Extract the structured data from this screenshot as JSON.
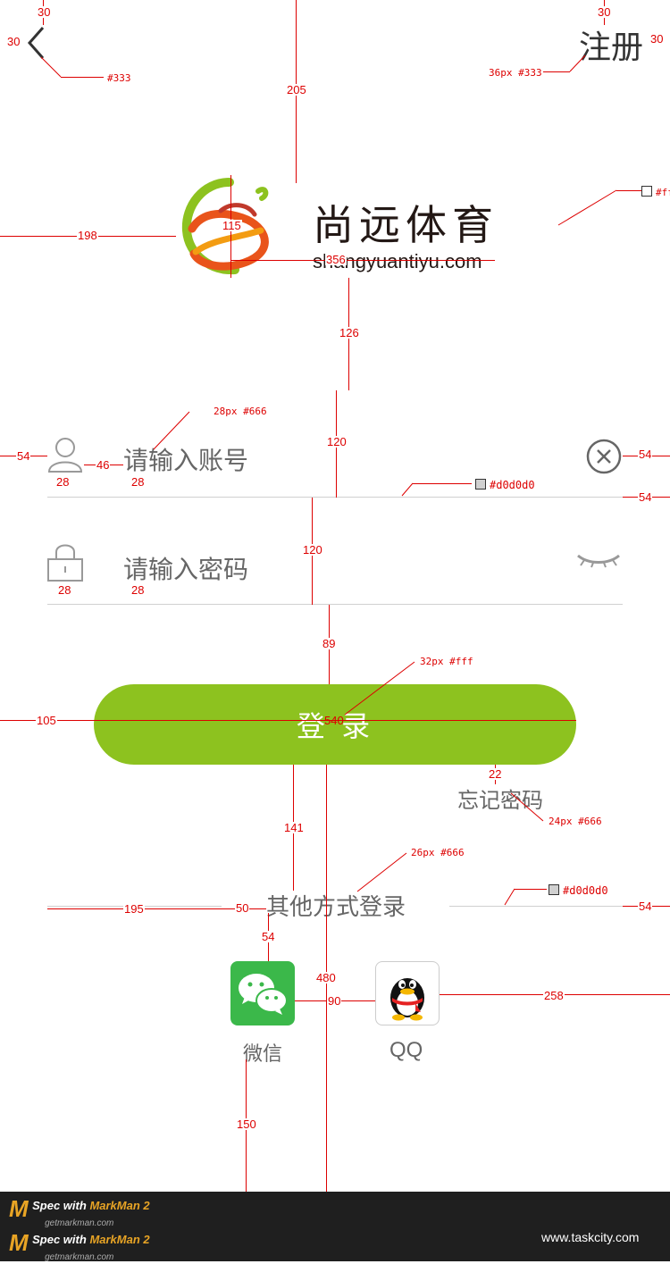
{
  "header": {
    "back_icon": "chevron-left-icon",
    "register_label": "注册"
  },
  "brand": {
    "name": "尚远体育",
    "domain": "shangyuantiyu.com",
    "logo_icon": "brand-swirl-logo"
  },
  "form": {
    "account_placeholder": "请输入账号",
    "password_placeholder": "请输入密码",
    "account_icon": "user-icon",
    "password_icon": "lock-icon",
    "clear_icon": "clear-circle-icon",
    "toggle_icon": "eye-closed-icon"
  },
  "login_button_label": "登 录",
  "forgot_password_label": "忘记密码",
  "other_login": {
    "title": "其他方式登录",
    "wechat_label": "微信",
    "qq_label": "QQ"
  },
  "colors": {
    "primary_green": "#8dc21f",
    "text_dark": "#333333",
    "text_gray": "#666666",
    "divider": "#d0d0d0",
    "annotation_red": "#dd0000",
    "wechat_green": "#3bb84a"
  },
  "annotations": {
    "back_top": "30",
    "back_left": "30",
    "back_color": "#333",
    "reg_top": "30",
    "reg_right": "30",
    "reg_style": "36px #333",
    "logo_top": "205",
    "logo_left": "198",
    "logo_height": "115",
    "logo_width": "356",
    "bg_color": "#ff",
    "gap_126": "126",
    "gap_120a": "120",
    "account_style": "28px #666",
    "acc_left": "54",
    "acc_icon_gap": "46",
    "acc_icon_w": "28",
    "acc_text_w": "28",
    "clear_right": "54",
    "div_right": "54",
    "divider_color": "#d0d0d0",
    "gap_120b": "120",
    "pwd_icon_w": "28",
    "pwd_text_w": "28",
    "gap_89": "89",
    "btn_style": "32px #fff",
    "btn_left": "105",
    "btn_width": "540",
    "forgot_gap": "22",
    "forgot_style": "24px #666",
    "gap_141": "141",
    "other_style": "26px #666",
    "other_left": "195",
    "other_gap": "50",
    "other_right": "54",
    "other_divider_color": "#d0d0d0",
    "icons_gap_top": "54",
    "center_480": "480",
    "icons_gap": "90",
    "qq_right": "258",
    "bottom_150": "150"
  },
  "footer": {
    "spec_text": "Spec with",
    "spec_brand": "MarkMan 2",
    "spec_url": "getmarkman.com",
    "site": "www.taskcity.com"
  }
}
